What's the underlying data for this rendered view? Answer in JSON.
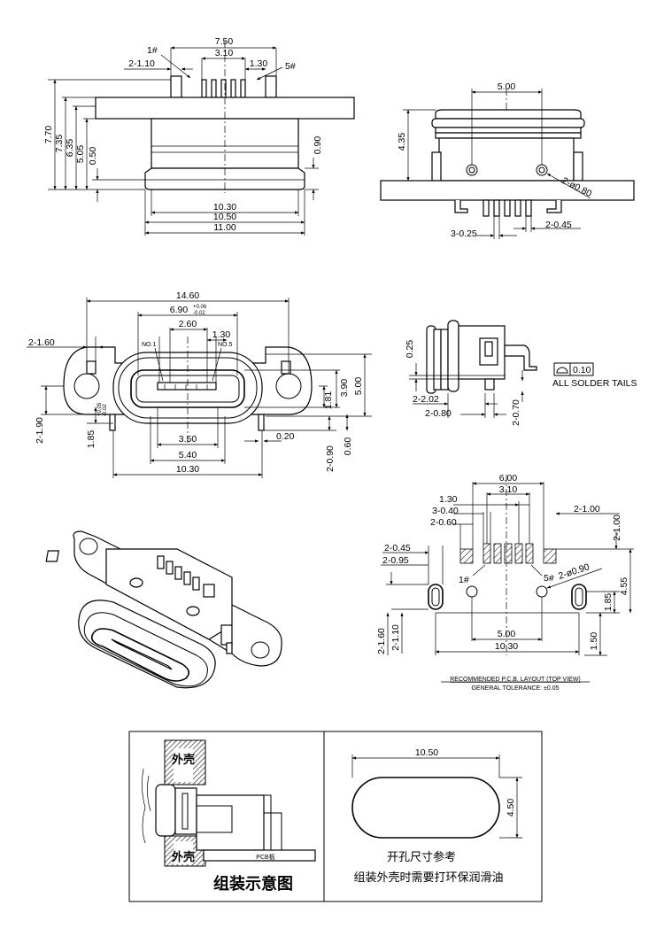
{
  "top_view": {
    "pin1": "1#",
    "pin5": "5#",
    "w750": "7.50",
    "w310": "3.10",
    "w130": "1.30",
    "w2_110": "2-1.10",
    "h770": "7.70",
    "h735": "7.35",
    "h635": "6.35",
    "h505": "5.05",
    "h050": "0.50",
    "h090": "0.90",
    "w1030": "10.30",
    "w1050": "10.50",
    "w1100": "11.00"
  },
  "side_view_tr": {
    "w500": "5.00",
    "h435": "4.35",
    "hole": "2-ø0.80",
    "pitch": "3-0.25",
    "pin": "2-0.45"
  },
  "front_view": {
    "w1460": "14.60",
    "w690": "6.90",
    "tol_690_plus": "+0.06",
    "tol_690_minus": "-0.02",
    "w260": "2.60",
    "w130": "1.30",
    "no1": "NO.1",
    "no5": "NO.5",
    "w2_160": "2-1.60",
    "h181": "1.81",
    "h390": "3.90",
    "h500": "5.00",
    "h2_190": "2-1.90",
    "h185": "1.85",
    "tol_185_plus": "+0.05",
    "tol_185_minus": "-0.02",
    "w350": "3.50",
    "w540": "5.40",
    "w1030": "10.30",
    "w020": "0.20",
    "h2_090": "2-0.90",
    "h060": "0.60"
  },
  "side_view_mr": {
    "h025": "0.25",
    "flat": "0.10",
    "note": "ALL SOLDER TAILS",
    "w2_202": "2-2.02",
    "w2_080": "2-0.80",
    "h2_070": "2-0.70"
  },
  "pcb_layout": {
    "w600": "6.00",
    "w310": "3.10",
    "w130": "1.30",
    "w3_040": "3-0.40",
    "w2_060": "2-0.60",
    "w2_100": "2-1.00",
    "w2_045": "2-0.45",
    "w2_095": "2-0.95",
    "pin1": "1#",
    "pin5": "5#",
    "hole": "2-ø0.90",
    "h185": "1.85",
    "h455": "4.55",
    "h2_160": "2-1.60",
    "h2_110": "2-1.10",
    "w500": "5.00",
    "w1030": "10.30",
    "h150": "1.50",
    "caption": "RECOMMENDED P.C.B. LAYOUT (TOP VIEW)",
    "tolerance": "GENERAL TOLERANCE: ±0.05"
  },
  "assembly": {
    "shell_top": "外壳",
    "shell_bottom": "外壳",
    "pcb": "PCB板",
    "title": "组装示意图",
    "cutout_w": "10.50",
    "cutout_h": "4.50",
    "cutout_note": "开孔尺寸参考",
    "assembly_note": "组装外壳时需要打环保润滑油"
  }
}
